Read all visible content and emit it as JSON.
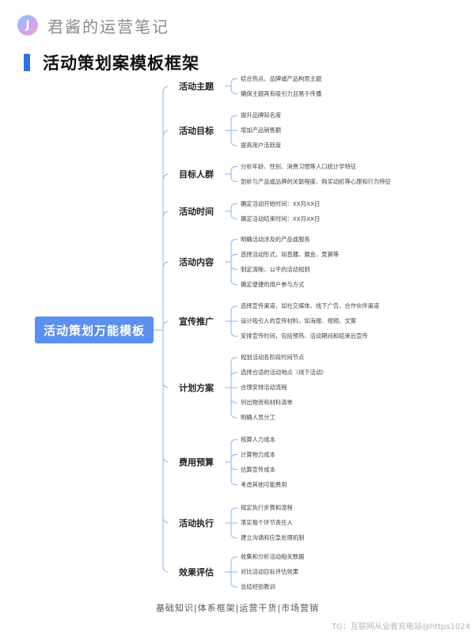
{
  "header": {
    "logo_letter": "J",
    "brand": "君酱的运营笔记",
    "title": "活动策划案模板框架"
  },
  "root": "活动策划万能模板",
  "branches": [
    {
      "label": "活动主题",
      "items": [
        "结合热点、品牌或产品构思主题",
        "确保主题具有吸引力且易于传播"
      ]
    },
    {
      "label": "活动目标",
      "items": [
        "提升品牌知名度",
        "增加产品销售额",
        "提高用户活跃度"
      ]
    },
    {
      "label": "目标人群",
      "items": [
        "分析年龄、性别、消费习惯等人口统计学特征",
        "剖析与产品或品牌的关联程度、购买动机等心理和行为特征"
      ]
    },
    {
      "label": "活动时间",
      "items": [
        "确定活动开始时间：XX月XX日",
        "确定活动结束时间：XX月XX日"
      ]
    },
    {
      "label": "活动内容",
      "items": [
        "明确活动涉及的产品或服务",
        "选择活动形式，如直播、展会、竞赛等",
        "制定清晰、公平的活动规则",
        "确定便捷的用户参与方式"
      ]
    },
    {
      "label": "宣传推广",
      "items": [
        "选择宣传渠道，如社交媒体、线下广告、合作伙伴渠道",
        "设计吸引人的宣传材料，如海报、视频、文案",
        "安排宣传时间，包括预热、活动期间和结束后宣传"
      ]
    },
    {
      "label": "计划方案",
      "items": [
        "规划活动各阶段时间节点",
        "选择合适的活动地点（线下活动）",
        "合理安排活动流程",
        "列出物资和材料清单",
        "明确人员分工"
      ]
    },
    {
      "label": "费用预算",
      "items": [
        "核算人力成本",
        "计算物力成本",
        "估算宣传成本",
        "考虑其他可能费用"
      ]
    },
    {
      "label": "活动执行",
      "items": [
        "规定执行步骤和流程",
        "落实每个环节责任人",
        "建立沟通和应急处理机制"
      ]
    },
    {
      "label": "效果评估",
      "items": [
        "收集和分析活动相关数据",
        "对比活动目标评估效果",
        "总结经验教训"
      ]
    }
  ],
  "footer": "基础知识|体系框架|运营干货|市场营销",
  "watermark": "TG：互联网从业者充电站@https1024",
  "colors": {
    "accent": "#2f6fe8",
    "root_bg": "#5b8ff0",
    "line": "#9ec0f7"
  }
}
